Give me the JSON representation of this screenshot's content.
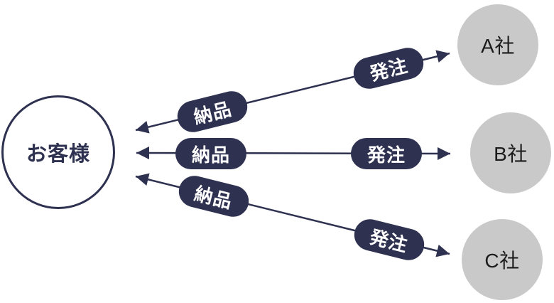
{
  "diagram": {
    "customer": {
      "label": "お客様"
    },
    "companies": [
      {
        "label": "A社"
      },
      {
        "label": "B社"
      },
      {
        "label": "C社"
      }
    ],
    "edges": [
      {
        "delivery": "納品",
        "order": "発注"
      },
      {
        "delivery": "納品",
        "order": "発注"
      },
      {
        "delivery": "納品",
        "order": "発注"
      }
    ]
  },
  "colors": {
    "navy": "#2e3150",
    "circle-gray": "#c9c9c9",
    "company-text": "#1b1b1b",
    "pill-text": "#ffffff",
    "background": "#ffffff"
  }
}
